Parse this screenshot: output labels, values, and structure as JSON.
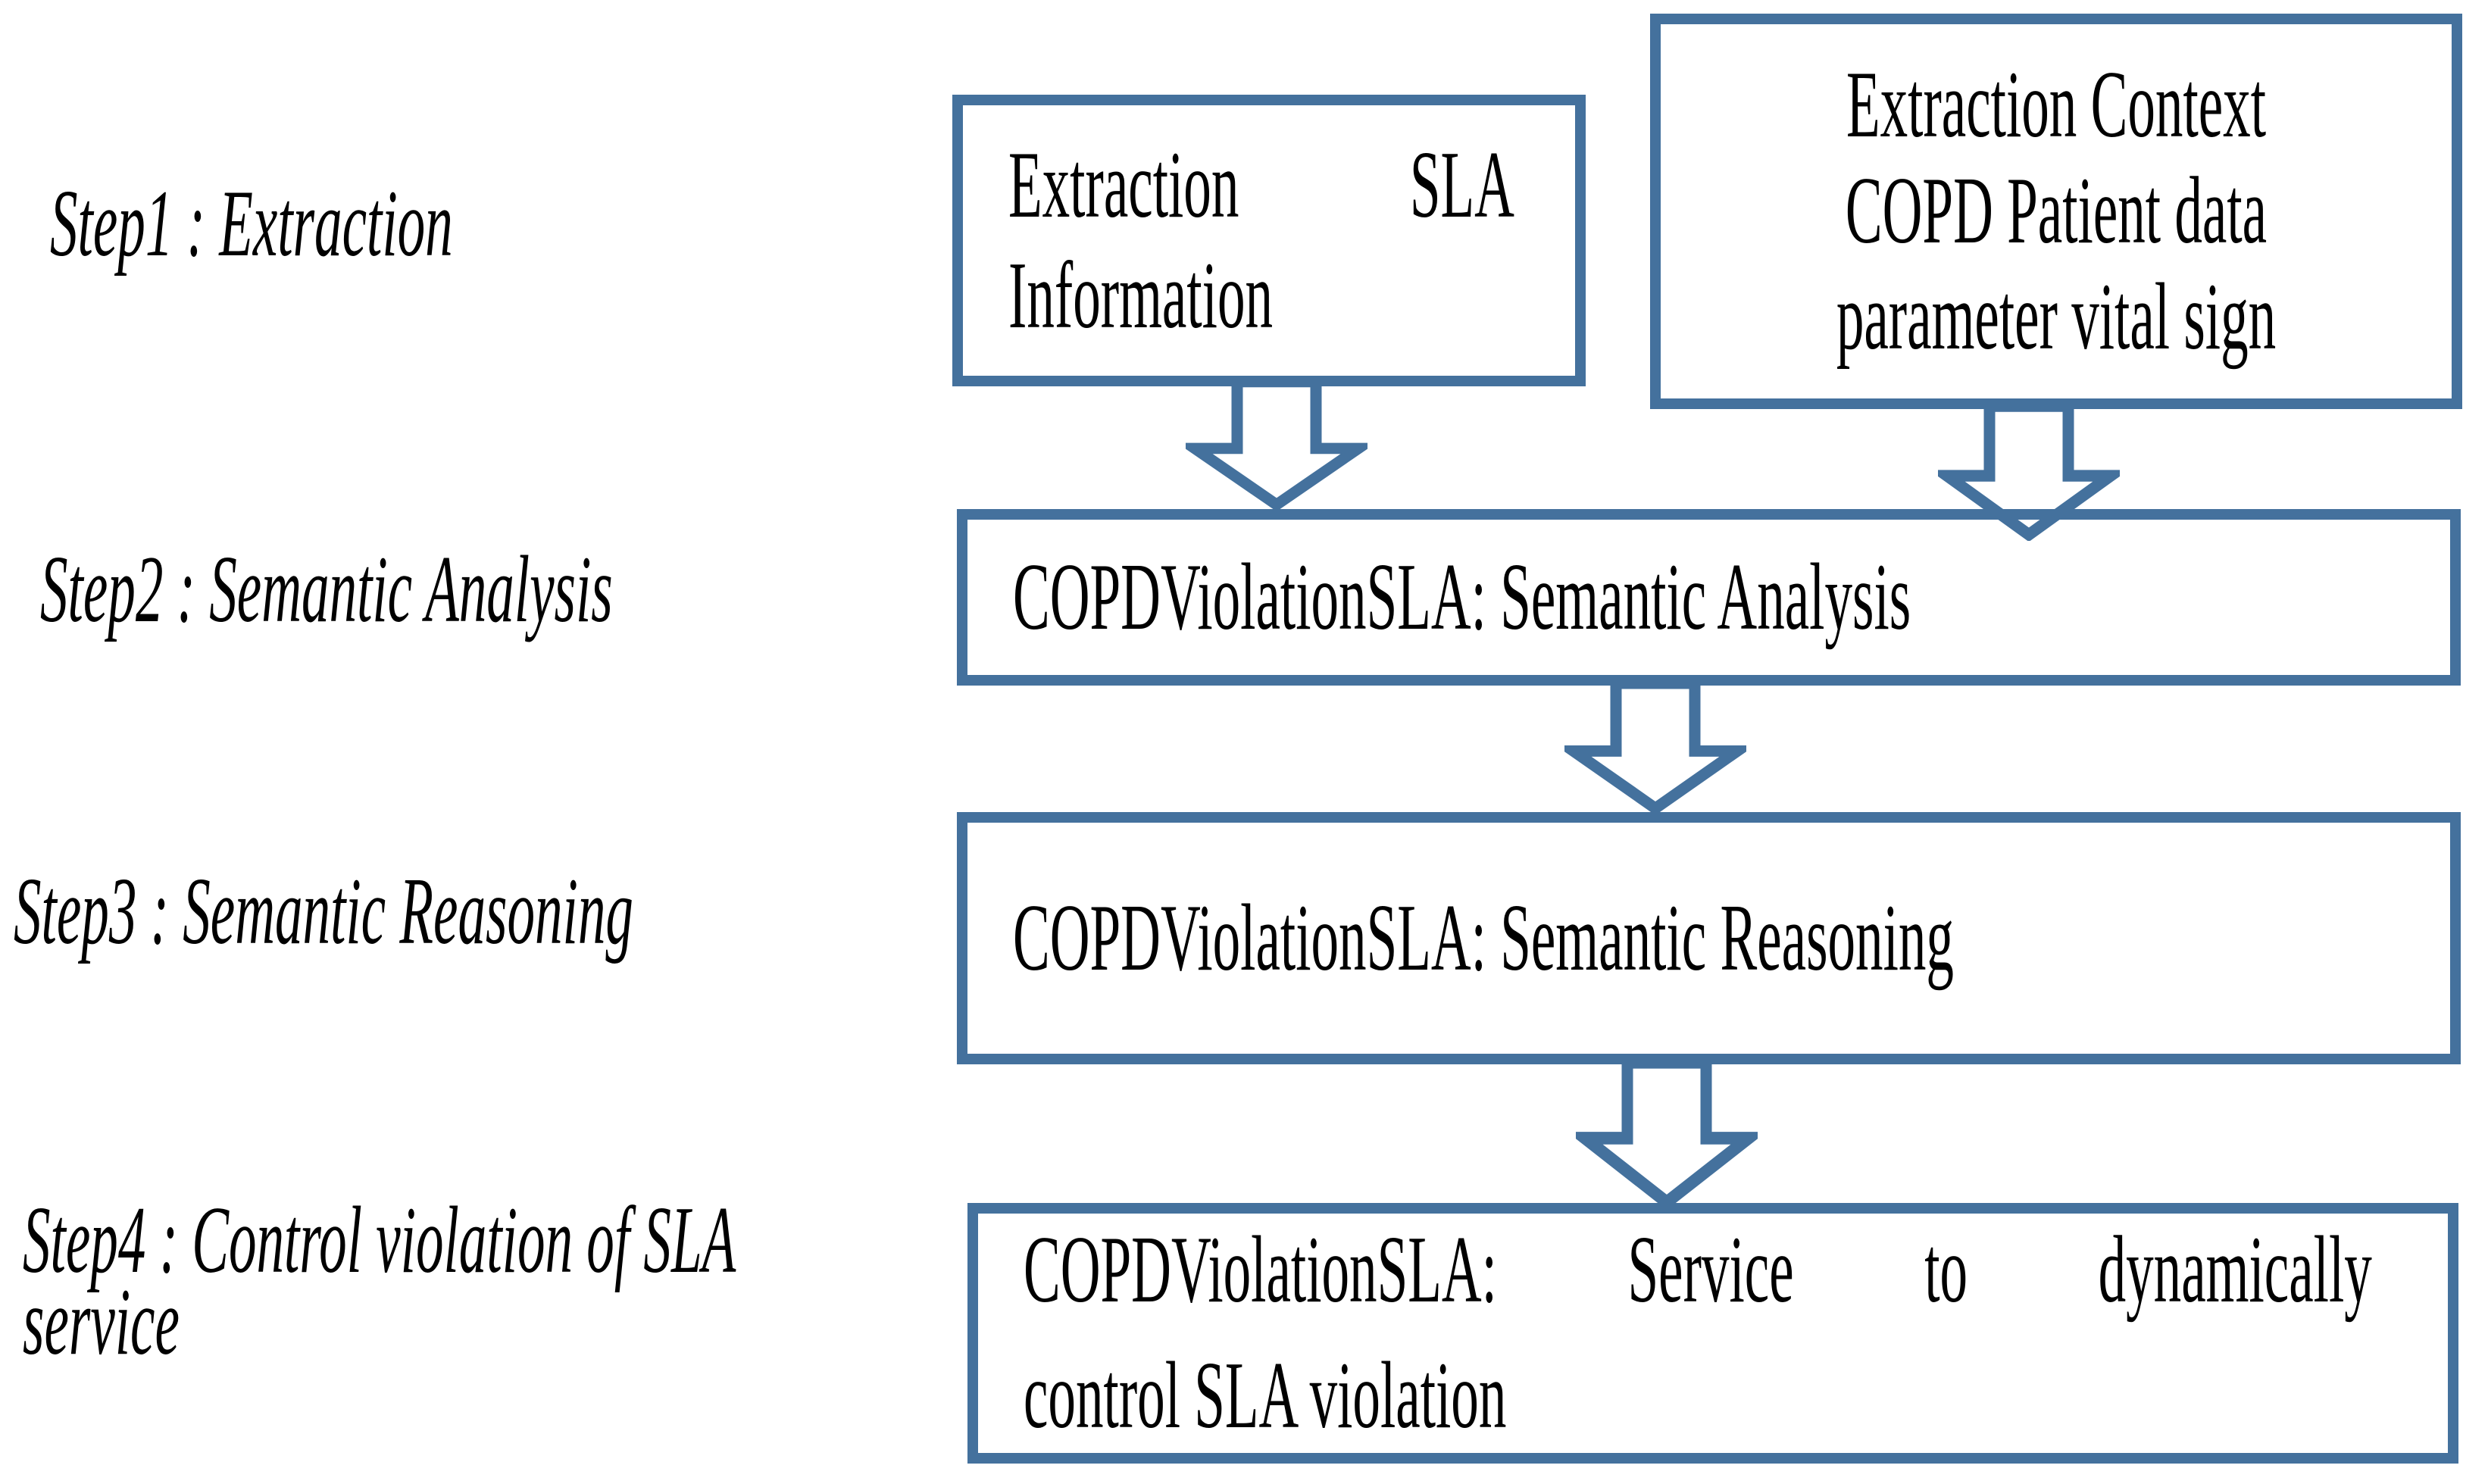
{
  "diagram": {
    "accent_color": "#44719D",
    "text_color": "#000000",
    "background_color": "#ffffff"
  },
  "steps": [
    {
      "label_lines": [
        "Step1 : Extraction"
      ]
    },
    {
      "label_lines": [
        "Step2 : Semantic Analysis"
      ]
    },
    {
      "label_lines": [
        "Step3 : Semantic Reasoning"
      ]
    },
    {
      "label_lines": [
        "Step4 : Control violation of SLA",
        "service"
      ]
    }
  ],
  "boxes": {
    "extraction_sla": {
      "line1_left": "Extraction",
      "line1_right": "SLA",
      "line2": "Information"
    },
    "extraction_context": {
      "lines": [
        "Extraction Context",
        "COPD Patient data",
        "parameter vital sign"
      ]
    },
    "semantic_analysis": {
      "text": "COPDViolationSLA: Semantic Analysis"
    },
    "semantic_reasoning": {
      "text": "COPDViolationSLA: Semantic Reasoning"
    },
    "control_violation": {
      "line1_words": [
        "COPDViolationSLA:",
        "Service",
        "to",
        "dynamically"
      ],
      "line2": "control SLA violation"
    }
  },
  "icons": {
    "flow_arrow": "down-arrow-icon"
  }
}
